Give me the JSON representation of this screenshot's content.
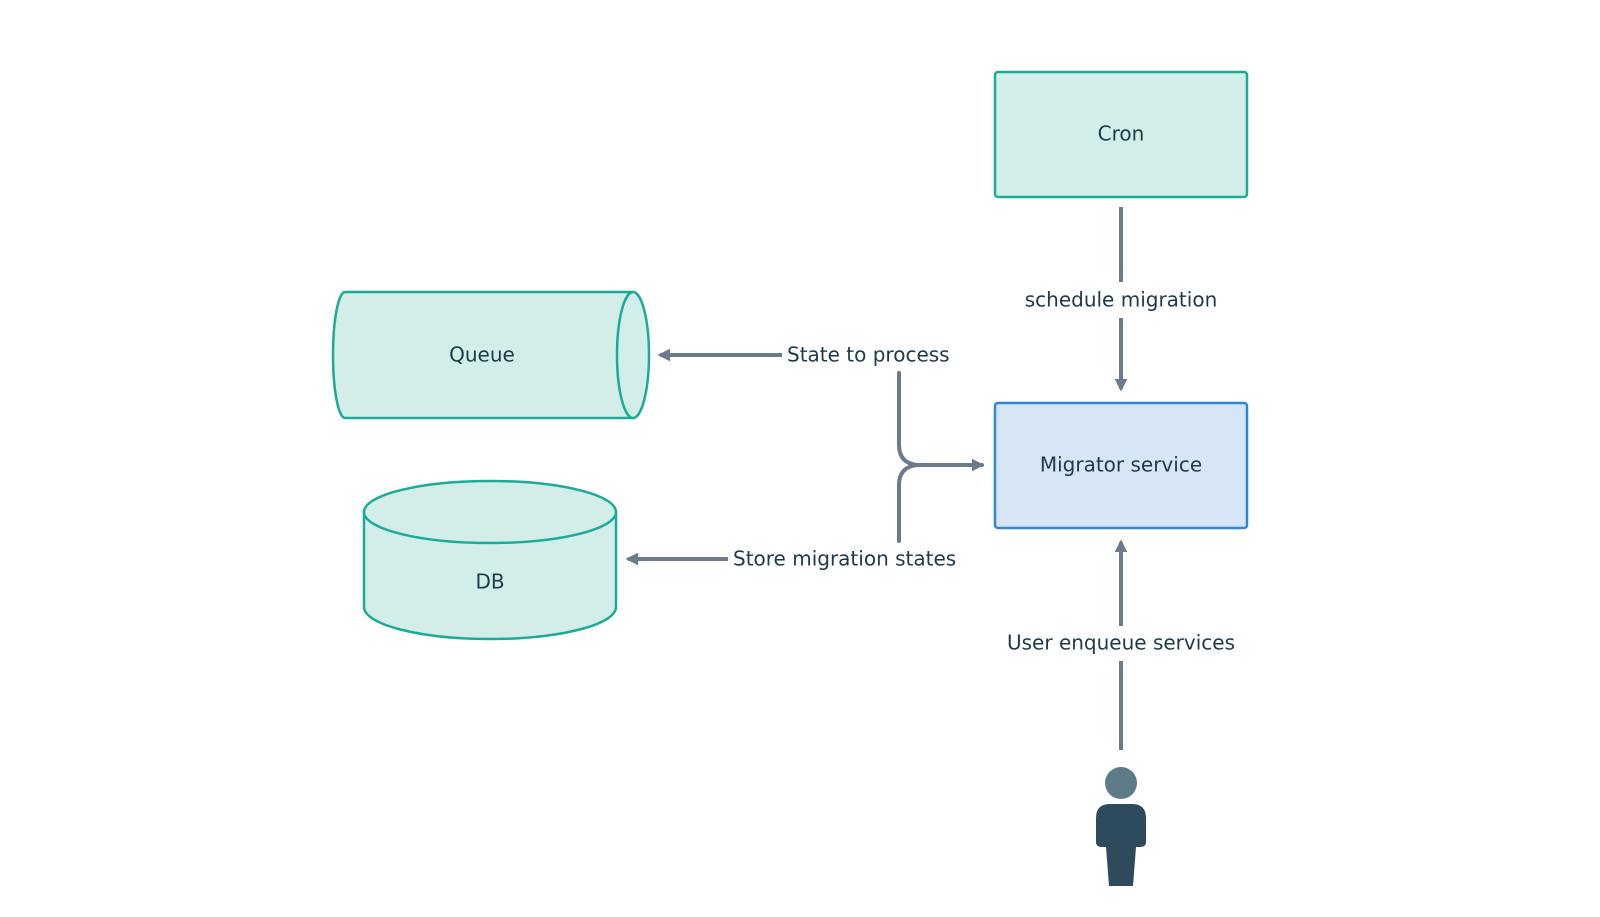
{
  "nodes": {
    "cron": {
      "label": "Cron"
    },
    "migrator": {
      "label": "Migrator service"
    },
    "queue": {
      "label": "Queue"
    },
    "db": {
      "label": "DB"
    }
  },
  "edges": {
    "schedule": {
      "label": "schedule migration"
    },
    "state_to_process": {
      "label": "State to process"
    },
    "store_states": {
      "label": "Store migration states"
    },
    "user_enqueue": {
      "label": "User enqueue services"
    }
  },
  "colors": {
    "datastore_fill": "#d3eee9",
    "datastore_stroke": "#1aac98",
    "service_fill": "#d6e6f6",
    "service_stroke": "#2e86d6",
    "arrow": "#6b7a8c",
    "text": "#1e3a4a",
    "person_head": "#5e7c88",
    "person_body": "#2e4b5e"
  },
  "icons": {
    "user": "person-icon"
  }
}
